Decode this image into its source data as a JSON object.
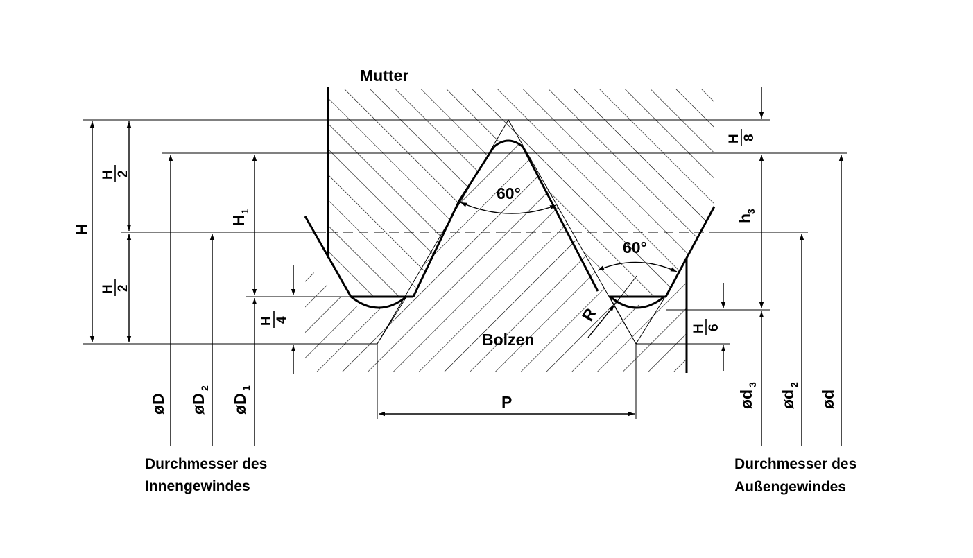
{
  "labels": {
    "nut": "Mutter",
    "bolt": "Bolzen",
    "angle_top": "60°",
    "angle_right": "60°",
    "radius": "R",
    "pitch": "P"
  },
  "dimensions": {
    "H": "H",
    "H_half_top": {
      "num": "H",
      "den": "2"
    },
    "H_half_bottom": {
      "num": "H",
      "den": "2"
    },
    "H1": {
      "main": "H",
      "sub": "1"
    },
    "H_quarter": {
      "num": "H",
      "den": "4"
    },
    "H_eighth": {
      "num": "H",
      "den": "8"
    },
    "h3": {
      "main": "h",
      "sub": "3"
    },
    "H_sixth": {
      "num": "H",
      "den": "6"
    }
  },
  "diameters_internal": {
    "D": "øD",
    "D2": {
      "main": "øD",
      "sub": "2"
    },
    "D1": {
      "main": "øD",
      "sub": "1"
    }
  },
  "diameters_external": {
    "d3": {
      "main": "ød",
      "sub": "3"
    },
    "d2": {
      "main": "ød",
      "sub": "2"
    },
    "d": "ød"
  },
  "captions": {
    "internal_line1": "Durchmesser des",
    "internal_line2": "Innengewindes",
    "external_line1": "Durchmesser des",
    "external_line2": "Außengewindes"
  }
}
